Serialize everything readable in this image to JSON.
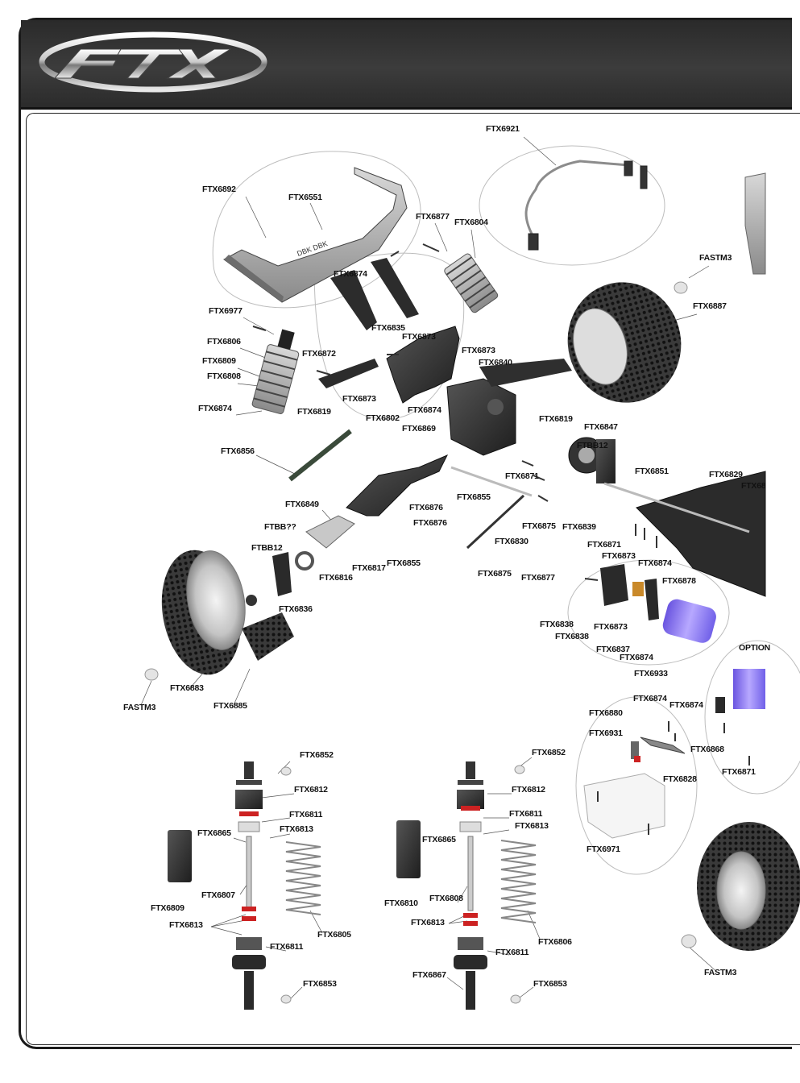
{
  "brand": {
    "logo_text": "FTX"
  },
  "parts": {
    "p01": "FTX6921",
    "p02": "FTX6892",
    "p03": "FTX6551",
    "p04": "FTX6877",
    "p05": "FTX6804",
    "p06": "FASTM3",
    "p07": "FTX6887",
    "p08": "FTX6874",
    "p09": "FTX6977",
    "p10": "FTX6835",
    "p11": "FTX6873",
    "p12": "FTX6806",
    "p13": "FTX6872",
    "p14": "FTX6873",
    "p15": "FTX6809",
    "p16": "FTX6840",
    "p17": "FTX6808",
    "p18": "FTX6873",
    "p19": "FTX6874",
    "p20": "FTX6819",
    "p21": "FTX6802",
    "p22": "FTX6874",
    "p23": "FTX6819",
    "p24": "FTX6847",
    "p25": "FTX6869",
    "p26": "FTBB12",
    "p27": "FTX6856",
    "p28": "FTX6851",
    "p29": "FTX6829",
    "p30": "FTX68",
    "p31": "FTX6871",
    "p32": "FTX6876",
    "p33": "FTX6855",
    "p34": "FTX6849",
    "p35": "FTX6876",
    "p36": "FTX6875",
    "p37": "FTX6839",
    "p38": "FTBB??",
    "p39": "FTX6830",
    "p40": "FTX6871",
    "p41": "FTBB12",
    "p42": "FTX6873",
    "p43": "FTX6874",
    "p44": "FTX6817",
    "p45": "FTX6855",
    "p46": "FTX6816",
    "p47": "FTX6875",
    "p48": "FTX6877",
    "p49": "FTX6878",
    "p50": "FTX6836",
    "p51": "FTX6838",
    "p52": "FTX6873",
    "p53": "FTX6838",
    "p54": "FTX6837",
    "p55": "FTX6874",
    "p56": "FTX6933",
    "p57": "OPTION",
    "p58": "FTX6883",
    "p59": "FASTM3",
    "p60": "FTX6885",
    "p61": "FTX6874",
    "p62": "FTX6874",
    "p63": "FTX6880",
    "p64": "FTX6931",
    "p65": "FTX6868",
    "p66": "FTX6828",
    "p67": "FTX6871",
    "p68": "FTX6852",
    "p69": "FTX6812",
    "p70": "FTX6811",
    "p71": "FTX6865",
    "p72": "FTX6813",
    "p73": "FTX6807",
    "p74": "FTX6809",
    "p75": "FTX6813",
    "p76": "FTX6805",
    "p77": "FTX6811",
    "p78": "FTX6853",
    "p79": "FTX6852",
    "p80": "FTX6812",
    "p81": "FTX6811",
    "p82": "FTX6813",
    "p83": "FTX6865",
    "p84": "FTX6810",
    "p85": "FTX6808",
    "p86": "FTX6813",
    "p87": "FTX6806",
    "p88": "FTX6811",
    "p89": "FTX6867",
    "p90": "FTX6853",
    "p91": "FTX6971",
    "p92": "FASTM3"
  },
  "colors": {
    "header": "#333333",
    "frame": "#1a1a1a",
    "part_grey": "#9a9a9a",
    "part_dark": "#2c2c2c",
    "motor_purple": "#8f7bff",
    "accent_red": "#cc2222"
  }
}
